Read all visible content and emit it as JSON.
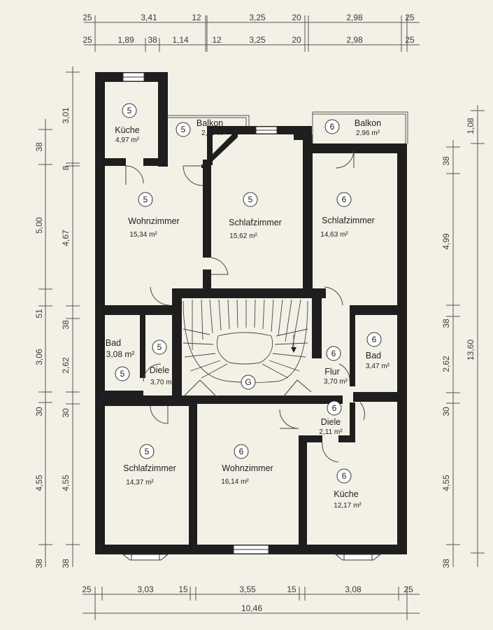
{
  "dims_top_row1": [
    "25",
    "3,41",
    "12",
    "3,25",
    "20",
    "2,98",
    "25"
  ],
  "dims_top_row2": [
    "25",
    "1,89",
    "38",
    "1,14",
    "12",
    "3,25",
    "20",
    "2,98",
    "25"
  ],
  "dims_bottom_row1": [
    "25",
    "3,03",
    "15",
    "3,55",
    "15",
    "3,08",
    "25"
  ],
  "dims_bottom_total": "10,46",
  "dims_left_outer": [
    "38",
    "3,01",
    "5,00",
    "51",
    "3,06",
    "30",
    "4,55",
    "38"
  ],
  "dims_left_inner": [
    "8",
    "4,67",
    "38",
    "2,62",
    "30",
    "4,55",
    "38"
  ],
  "dims_right_inner": [
    "1,08",
    "38",
    "4,99",
    "38",
    "2,62",
    "30",
    "4,55",
    "38"
  ],
  "dims_right_total": "13,60",
  "rooms": [
    {
      "name": "Küche",
      "area": "4,97 m²",
      "unit": "5"
    },
    {
      "name": "Balkon",
      "area": "2,56 m²",
      "unit": "5"
    },
    {
      "name": "Balkon",
      "area": "2,96 m²",
      "unit": "6"
    },
    {
      "name": "Wohnzimmer",
      "area": "15,34 m²",
      "unit": "5"
    },
    {
      "name": "Schlafzimmer",
      "area": "15,62 m²",
      "unit": "5"
    },
    {
      "name": "Schlafzimmer",
      "area": "14,63 m²",
      "unit": "6"
    },
    {
      "name": "Bad",
      "area": "3,08 m²",
      "unit": "5"
    },
    {
      "name": "Diele",
      "area": "3,70 m²",
      "unit": "5"
    },
    {
      "name": "Flur",
      "area": "3,70 m²",
      "unit": "6"
    },
    {
      "name": "Bad",
      "area": "3,47 m²",
      "unit": "6"
    },
    {
      "name": "Diele",
      "area": "2,11 m²",
      "unit": "6"
    },
    {
      "name": "Schlafzimmer",
      "area": "14,37 m²",
      "unit": "5"
    },
    {
      "name": "Wohnzimmer",
      "area": "16,14 m²",
      "unit": "6"
    },
    {
      "name": "Küche",
      "area": "12,17 m²",
      "unit": "6"
    }
  ],
  "stair_label": "G"
}
